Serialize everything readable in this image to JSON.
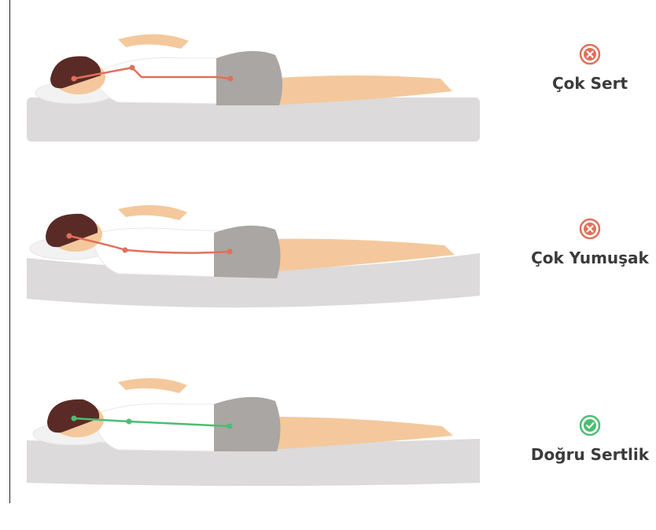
{
  "rows": [
    {
      "label": "Çok Sert",
      "icon": "cross-icon",
      "verdict": "incorrect",
      "mattress": "firm"
    },
    {
      "label": "Çok Yumuşak",
      "icon": "cross-icon",
      "verdict": "incorrect",
      "mattress": "soft"
    },
    {
      "label": "Doğru Sertlik",
      "icon": "check-icon",
      "verdict": "correct",
      "mattress": "medium"
    }
  ],
  "colors": {
    "incorrect": "#e0705a",
    "correct": "#4dbd73",
    "mattress": "#dcdada",
    "skin": "#f4c89c",
    "hair": "#5a2b26",
    "shorts": "#a9a6a3",
    "shirt": "#ffffff"
  }
}
